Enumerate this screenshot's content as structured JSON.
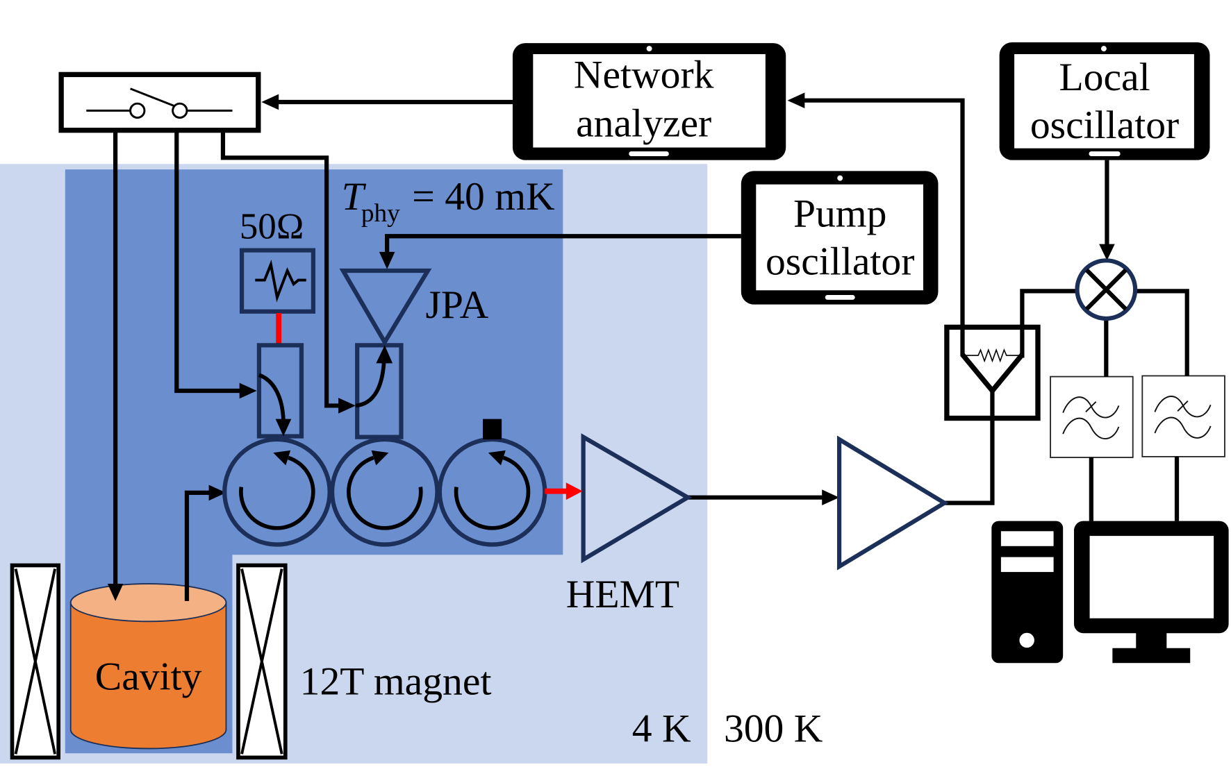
{
  "labels": {
    "network_analyzer": [
      "Network",
      "analyzer"
    ],
    "local_oscillator": [
      "Local",
      "oscillator"
    ],
    "pump_oscillator": [
      "Pump",
      "oscillator"
    ],
    "temperature": {
      "symbol": "T",
      "subscript": "phy",
      "value": "= 40 mK"
    },
    "termination": "50Ω",
    "jpa": "JPA",
    "hemt": "HEMT",
    "cavity": "Cavity",
    "magnet": "12T magnet",
    "stage_4k": "4 K",
    "stage_300k": "300 K"
  },
  "icons": {
    "rf_switch": "spdt-switch-icon",
    "instrument": "tablet-device-icon",
    "termination": "resistor-icon",
    "circulator": "circulator-icon",
    "amplifier": "amplifier-triangle-icon",
    "splitter": "power-combiner-icon",
    "mixer": "mixer-icon",
    "filter": "low-pass-filter-icon",
    "computer": "desktop-computer-icon",
    "magnet_coil": "magnet-coil-icon"
  },
  "colors": {
    "stage_4k": "#cad7ee",
    "stage_mk": "#6b8ecf",
    "cavity_body": "#ed7d31",
    "cavity_top": "#f4b183",
    "component_outline": "#1b2f58",
    "signal_highlight": "#ff0000"
  }
}
